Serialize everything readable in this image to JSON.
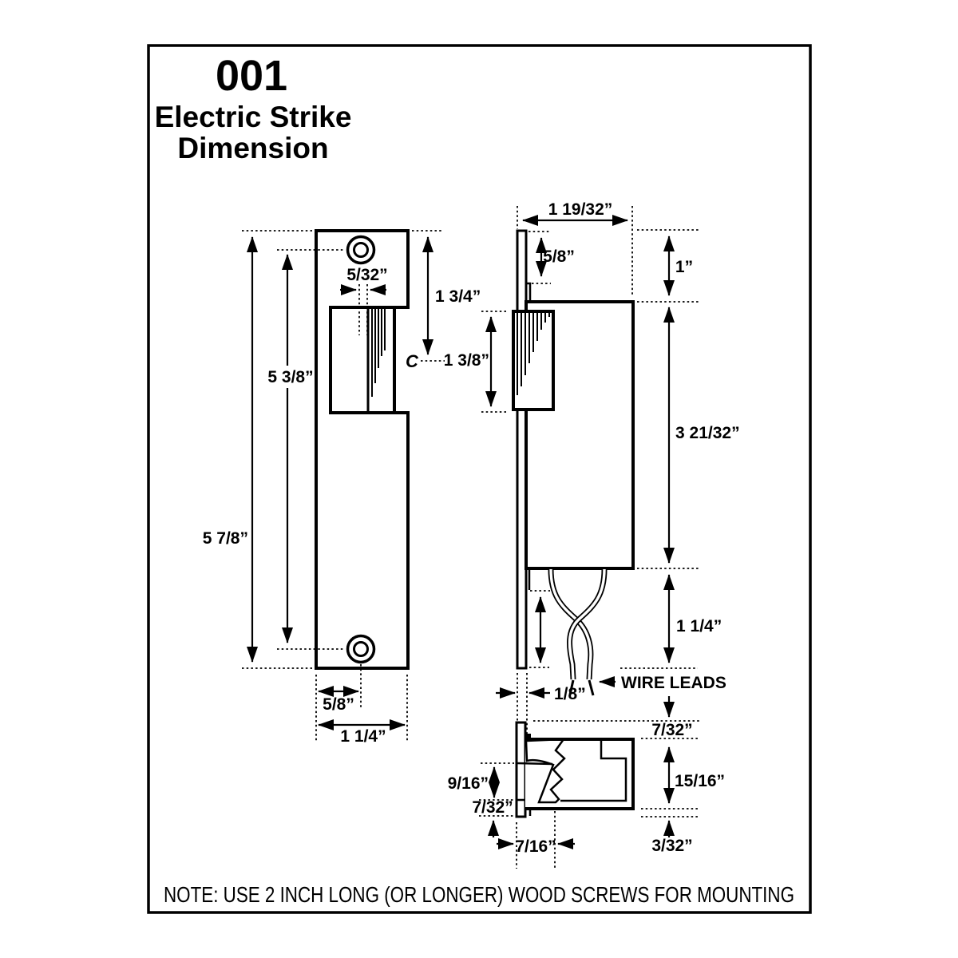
{
  "colors": {
    "ink": "#000000",
    "note_blue": "#1e5f96",
    "latch_gray": "#c3c3c3",
    "background": "#ffffff"
  },
  "title": {
    "model": "001",
    "product": "Electric Strike",
    "drawing_type": "Dimension"
  },
  "front_view": {
    "overall_height": "5 7/8”",
    "screw_spacing": "5 3/8”",
    "slot_width": "5/32”",
    "top_to_centerline": "1 3/4”",
    "centerline_mark": "C",
    "screw_offset": "5/8”",
    "plate_width": "1 1/4”"
  },
  "side_view": {
    "overall_depth": "1 19/32”",
    "lip_height": "5/8”",
    "top_height": "1”",
    "keeper_height": "1 3/8”",
    "body_height": "3 21/32”",
    "lower_height": "1 1/4”",
    "plate_thickness": "1/8”",
    "wire_leads_label": "WIRE LEADS"
  },
  "section_view": {
    "top_offset": "7/32”",
    "body_depth": "15/16”",
    "bottom_offset": "3/32”",
    "latch_depth": "9/16”",
    "lip_depth": "7/32”",
    "latch_width": "7/16”"
  },
  "note": {
    "text": "NOTE: USE 2 INCH LONG (OR LONGER) WOOD SCREWS FOR MOUNTING"
  }
}
